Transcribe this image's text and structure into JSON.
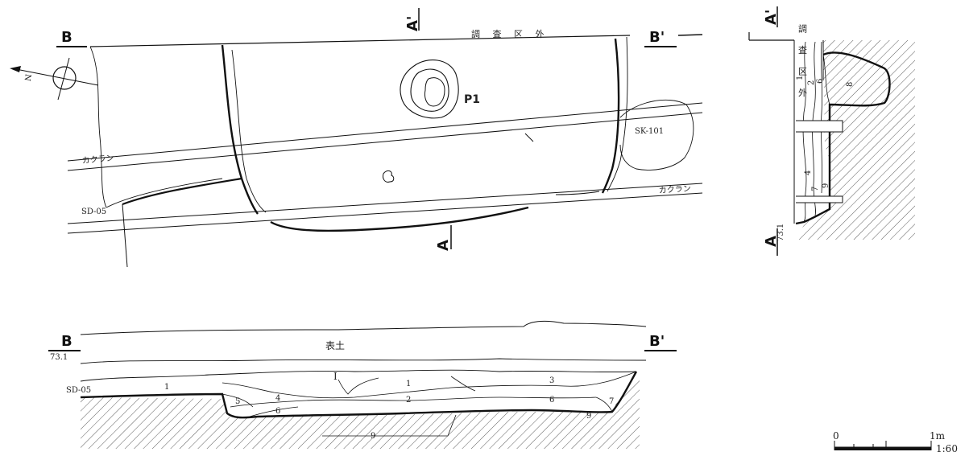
{
  "plan": {
    "section_b_start": "B",
    "section_b_end": "B'",
    "section_a_top": "A'",
    "section_a_bottom": "A",
    "outside_area_label": "調 査 区 外",
    "pit_label": "P1",
    "pit_label_sk": "SK-101",
    "ditch_label": "SD-05",
    "disturbance_label_1": "カクラン",
    "disturbance_label_2": "カクラン"
  },
  "section_a": {
    "top_label": "A'",
    "bottom_label": "A",
    "outside_area_label": "調 査 区 外",
    "elevation": "73.1",
    "layers": [
      "1",
      "2",
      "6",
      "8",
      "4",
      "9",
      "7"
    ]
  },
  "section_b": {
    "start_label": "B",
    "end_label": "B'",
    "elevation": "73.1",
    "topsoil_label": "表土",
    "ditch_label": "SD-05",
    "roman_layer": "I",
    "layers": [
      "1",
      "1",
      "3",
      "5",
      "4",
      "2",
      "6",
      "6",
      "7",
      "9",
      "9"
    ]
  },
  "scale_bar": {
    "zero": "0",
    "max": "1m",
    "ratio": "1:60"
  }
}
